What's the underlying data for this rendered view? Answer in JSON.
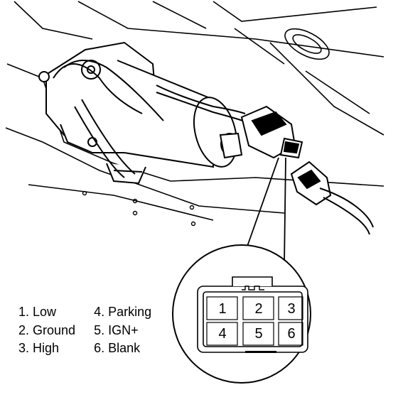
{
  "connector": {
    "pins": [
      "1",
      "2",
      "3",
      "4",
      "5",
      "6"
    ]
  },
  "legend": {
    "left": [
      "1. Low",
      "2. Ground",
      "3. High"
    ],
    "right": [
      "4. Parking",
      "5. IGN+",
      "6. Blank"
    ]
  }
}
